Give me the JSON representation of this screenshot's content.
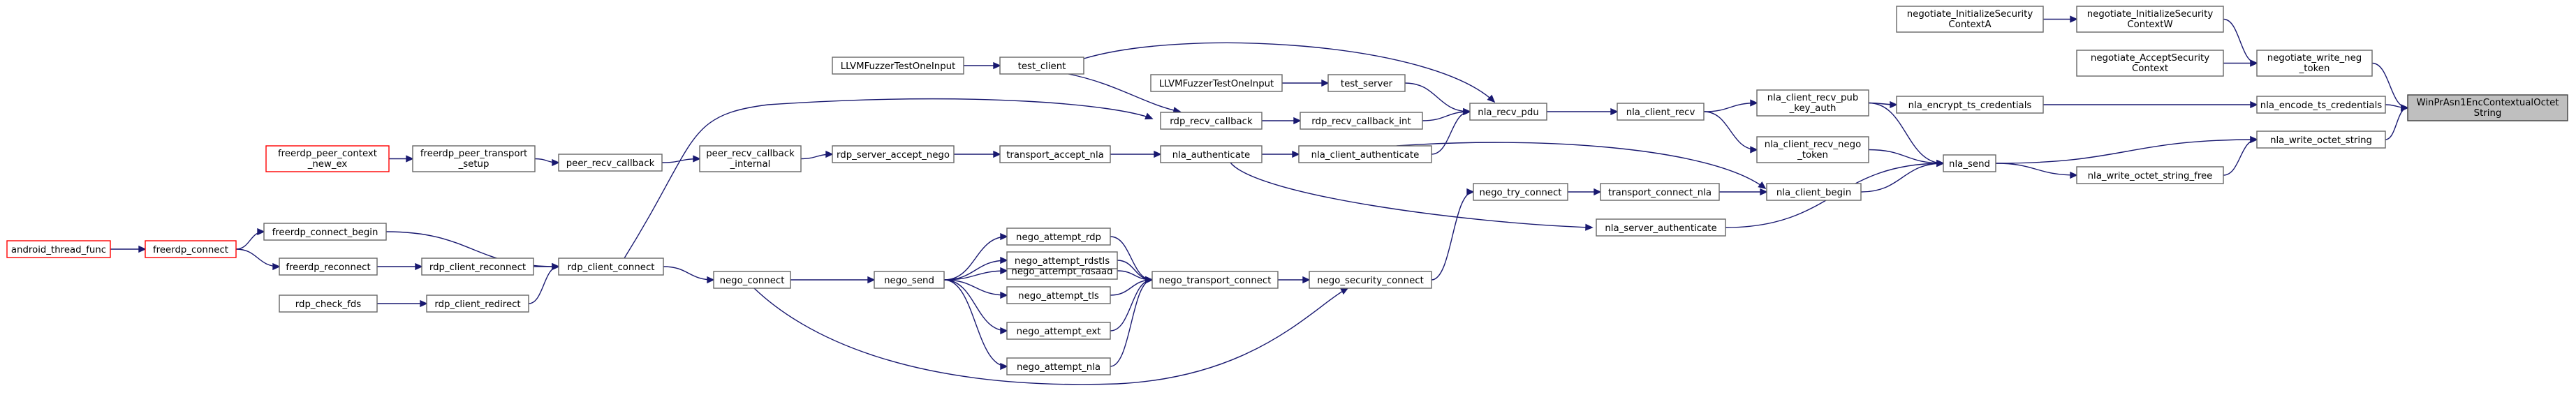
{
  "colors": {
    "edge": "#191970",
    "node_border": "#666666",
    "external_border": "#ff0000",
    "focus_fill": "#bfbfbf"
  },
  "nodes": {
    "focus": [
      "WinPrAsn1EncContextualOctet",
      "String"
    ],
    "neg_init_a": [
      "negotiate_InitializeSecurity",
      "ContextA"
    ],
    "neg_init_w": [
      "negotiate_InitializeSecurity",
      "ContextW"
    ],
    "neg_accept": [
      "negotiate_AcceptSecurity",
      "Context"
    ],
    "neg_write": [
      "negotiate_write_neg",
      "_token"
    ],
    "nla_encode": [
      "nla_encode_ts_credentials"
    ],
    "nla_encrypt": [
      "nla_encrypt_ts_credentials"
    ],
    "nla_write_os": [
      "nla_write_octet_string"
    ],
    "nla_write_osf": [
      "nla_write_octet_string_free"
    ],
    "nla_send": [
      "nla_send"
    ],
    "recv_pub": [
      "nla_client_recv_pub",
      "_key_auth"
    ],
    "recv_nego": [
      "nla_client_recv_nego",
      "_token"
    ],
    "client_begin": [
      "nla_client_begin"
    ],
    "server_auth": [
      "nla_server_authenticate"
    ],
    "client_recv": [
      "nla_client_recv"
    ],
    "transport_connect_nla": [
      "transport_connect_nla"
    ],
    "nego_try": [
      "nego_try_connect"
    ],
    "nego_sec": [
      "nego_security_connect"
    ],
    "nego_transport": [
      "nego_transport_connect"
    ],
    "att_rdp": [
      "nego_attempt_rdp"
    ],
    "att_rdsaad": [
      "nego_attempt_rdsaad"
    ],
    "att_rdstls": [
      "nego_attempt_rdstls"
    ],
    "att_tls": [
      "nego_attempt_tls"
    ],
    "att_ext": [
      "nego_attempt_ext"
    ],
    "att_nla": [
      "nego_attempt_nla"
    ],
    "nego_send": [
      "nego_send"
    ],
    "nego_connect": [
      "nego_connect"
    ],
    "rdp_client_connect": [
      "rdp_client_connect"
    ],
    "fc_begin": [
      "freerdp_connect_begin"
    ],
    "f_reconnect": [
      "freerdp_reconnect"
    ],
    "rdp_client_reconnect": [
      "rdp_client_reconnect"
    ],
    "rdp_client_redirect": [
      "rdp_client_redirect"
    ],
    "rdp_check_fds": [
      "rdp_check_fds"
    ],
    "f_connect": [
      "freerdp_connect"
    ],
    "android": [
      "android_thread_func"
    ],
    "nla_recv_pdu": [
      "nla_recv_pdu"
    ],
    "client_auth": [
      "nla_client_authenticate"
    ],
    "nla_auth": [
      "nla_authenticate"
    ],
    "transport_accept": [
      "transport_accept_nla"
    ],
    "server_accept": [
      "rdp_server_accept_nego"
    ],
    "prc_internal": [
      "peer_recv_callback",
      "_internal"
    ],
    "peer_recv_cb": [
      "peer_recv_callback"
    ],
    "peer_transport": [
      "freerdp_peer_transport",
      "_setup"
    ],
    "peer_context": [
      "freerdp_peer_context",
      "_new_ex"
    ],
    "rdp_recv_cb": [
      "rdp_recv_callback"
    ],
    "rdp_recv_cb_int": [
      "rdp_recv_callback_int"
    ],
    "test_client": [
      "test_client"
    ],
    "test_server": [
      "test_server"
    ],
    "fuzz1": [
      "LLVMFuzzerTestOneInput"
    ],
    "fuzz2": [
      "LLVMFuzzerTestOneInput"
    ]
  }
}
